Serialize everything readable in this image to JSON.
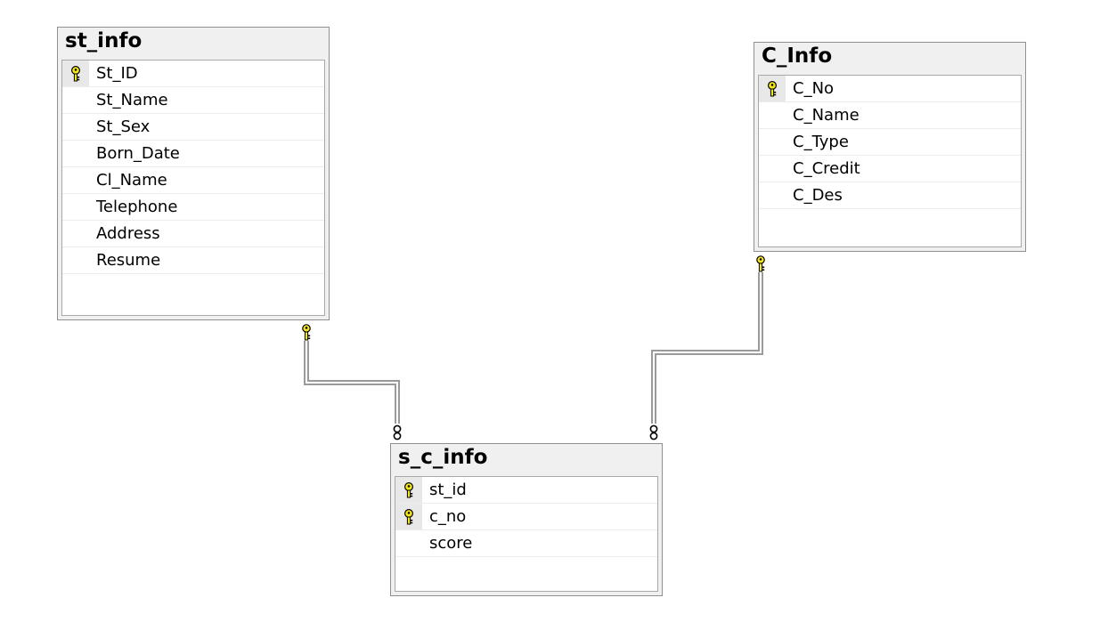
{
  "tables": {
    "st_info": {
      "title": "st_info",
      "columns": [
        {
          "name": "St_ID",
          "primary_key": true
        },
        {
          "name": "St_Name",
          "primary_key": false
        },
        {
          "name": "St_Sex",
          "primary_key": false
        },
        {
          "name": "Born_Date",
          "primary_key": false
        },
        {
          "name": "Cl_Name",
          "primary_key": false
        },
        {
          "name": "Telephone",
          "primary_key": false
        },
        {
          "name": "Address",
          "primary_key": false
        },
        {
          "name": "Resume",
          "primary_key": false
        }
      ]
    },
    "c_info": {
      "title": "C_Info",
      "columns": [
        {
          "name": "C_No",
          "primary_key": true
        },
        {
          "name": "C_Name",
          "primary_key": false
        },
        {
          "name": "C_Type",
          "primary_key": false
        },
        {
          "name": "C_Credit",
          "primary_key": false
        },
        {
          "name": "C_Des",
          "primary_key": false
        }
      ]
    },
    "s_c_info": {
      "title": "s_c_info",
      "columns": [
        {
          "name": "st_id",
          "primary_key": true
        },
        {
          "name": "c_no",
          "primary_key": true
        },
        {
          "name": "score",
          "primary_key": false
        }
      ]
    }
  },
  "relationships": [
    {
      "from_table": "st_info",
      "to_table": "s_c_info",
      "one_end": "key-icon",
      "many_end": "infinity-icon"
    },
    {
      "from_table": "c_info",
      "to_table": "s_c_info",
      "one_end": "key-icon",
      "many_end": "infinity-icon"
    }
  ],
  "colors": {
    "key_fill": "#f5e71c",
    "key_stroke": "#000000",
    "line_outer": "#9a9a9a",
    "line_inner": "#ffffff",
    "title_bar": "#f0f0f0",
    "border": "#8f8f8f"
  }
}
